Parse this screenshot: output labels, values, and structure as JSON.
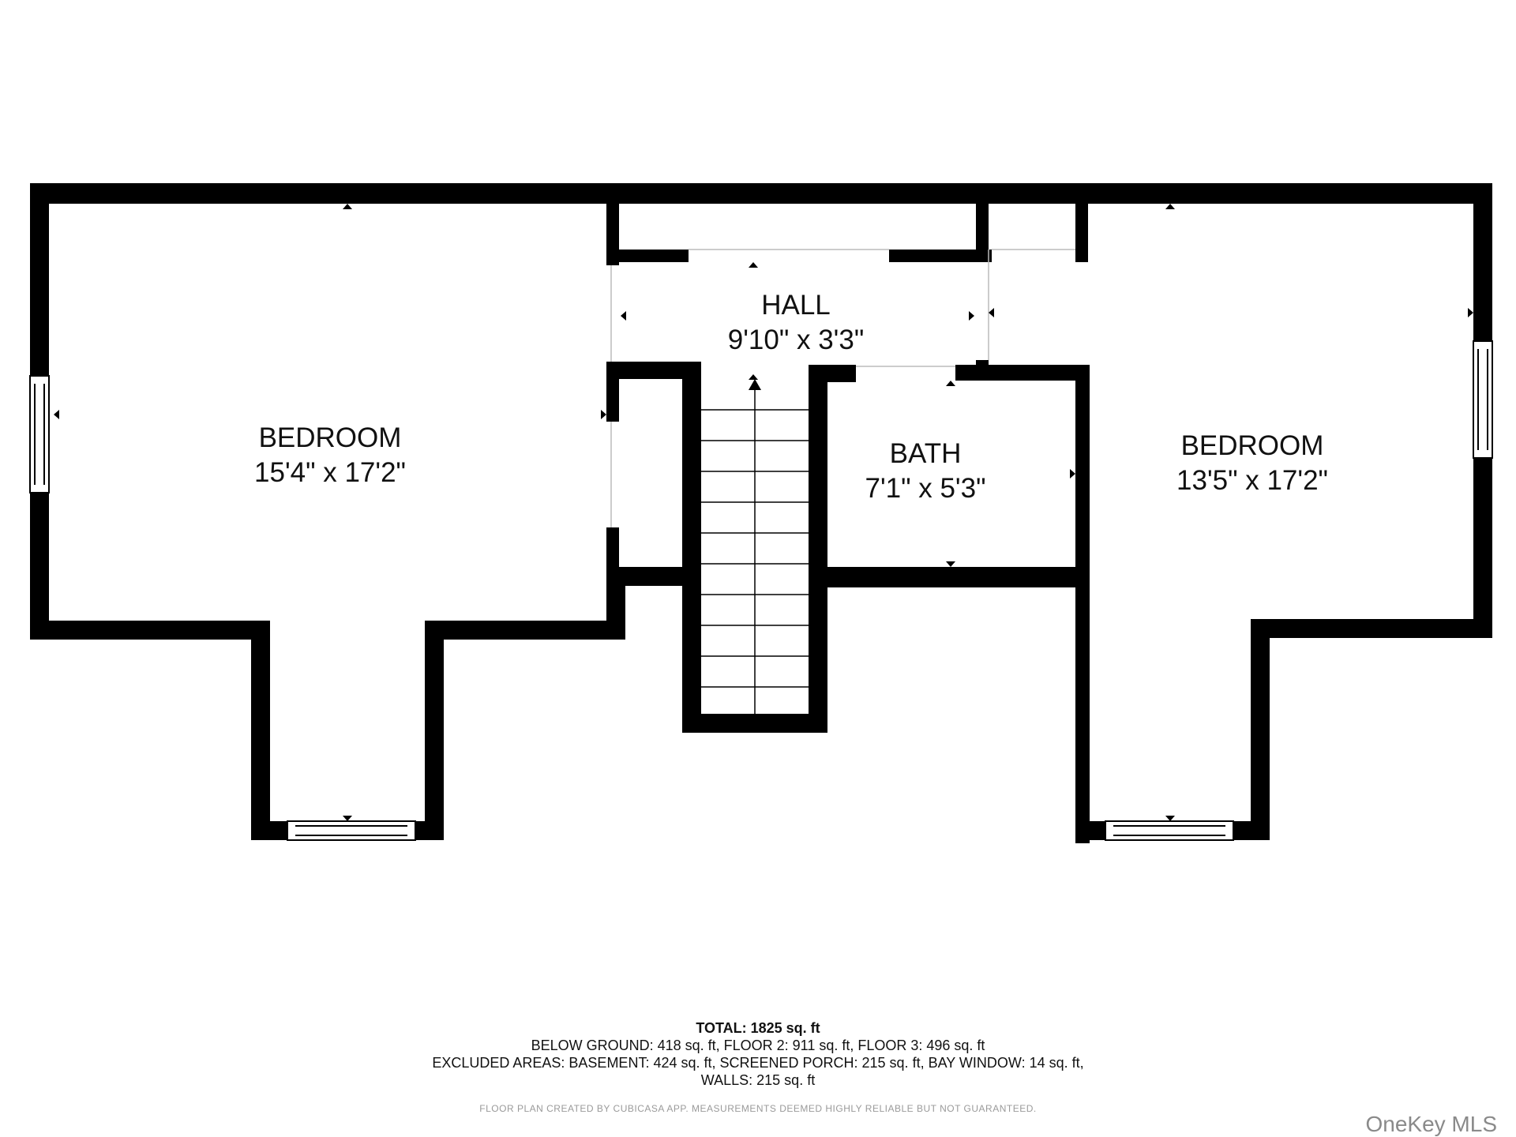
{
  "rooms": [
    {
      "id": "bedroom_left",
      "name": "BEDROOM",
      "dims": "15'4\" x 17'2\""
    },
    {
      "id": "hall",
      "name": "HALL",
      "dims": "9'10\" x 3'3\""
    },
    {
      "id": "bath",
      "name": "BATH",
      "dims": "7'1\" x 5'3\""
    },
    {
      "id": "bedroom_right",
      "name": "BEDROOM",
      "dims": "13'5\" x 17'2\""
    }
  ],
  "footer": {
    "total": "TOTAL: 1825 sq. ft",
    "line1": "BELOW GROUND: 418 sq. ft, FLOOR 2: 911 sq. ft, FLOOR 3: 496 sq. ft",
    "line2": "EXCLUDED AREAS: BASEMENT: 424 sq. ft, SCREENED PORCH: 215 sq. ft, BAY WINDOW: 14 sq. ft,",
    "line3": "WALLS: 215 sq. ft",
    "disclaimer": "FLOOR PLAN CREATED BY CUBICASA APP. MEASUREMENTS DEEMED HIGHLY RELIABLE BUT NOT GUARANTEED."
  },
  "watermark": "OneKey MLS",
  "colors": {
    "wall": "#000000",
    "background": "#ffffff",
    "text": "#111111",
    "disclaimer": "#9a9a9a",
    "watermark": "#8a8a8a"
  }
}
